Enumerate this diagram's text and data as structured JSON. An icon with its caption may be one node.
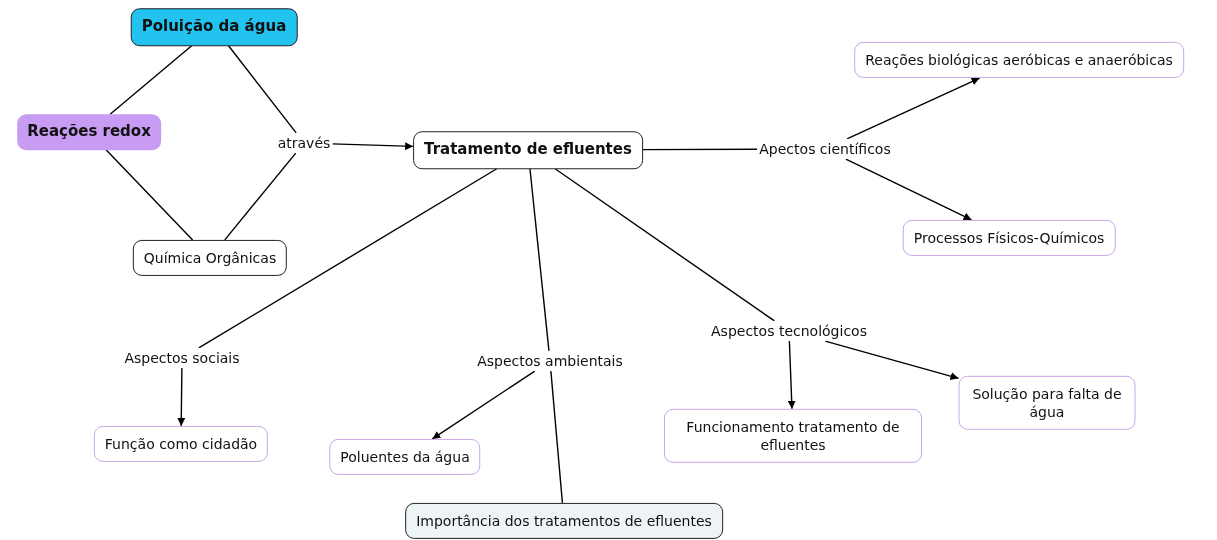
{
  "diagram": {
    "nodes": [
      {
        "text": [
          "Poluição da água"
        ]
      },
      {
        "text": [
          "Reações redox"
        ]
      },
      {
        "text": [
          "através"
        ]
      },
      {
        "text": [
          "Química Orgânicas"
        ]
      },
      {
        "text": [
          "Tratamento de efluentes"
        ]
      },
      {
        "text": [
          "Apectos científicos"
        ]
      },
      {
        "text": [
          "Reações biológicas aeróbicas e anaeróbicas"
        ]
      },
      {
        "text": [
          "Processos Físicos-Químicos"
        ]
      },
      {
        "text": [
          "Aspectos sociais"
        ]
      },
      {
        "text": [
          "Função como cidadão"
        ]
      },
      {
        "text": [
          "Aspectos ambientais"
        ]
      },
      {
        "text": [
          "Poluentes da água"
        ]
      },
      {
        "text": [
          "Importância dos tratamentos de efluentes"
        ]
      },
      {
        "text": [
          "Aspectos tecnológicos"
        ]
      },
      {
        "text": [
          "Funcionamento tratamento de efluentes"
        ]
      },
      {
        "text": [
          "Solução para falta de água"
        ]
      }
    ],
    "edges": [
      {
        "from": 0,
        "to": 2,
        "arrow": "none"
      },
      {
        "from": 1,
        "to": 0,
        "arrow": "none"
      },
      {
        "from": 1,
        "to": 3,
        "arrow": "none"
      },
      {
        "from": 3,
        "to": 2,
        "arrow": "none"
      },
      {
        "from": 2,
        "to": 4,
        "arrow": "to"
      },
      {
        "from": 4,
        "to": 5,
        "arrow": "none"
      },
      {
        "from": 5,
        "to": 6,
        "arrow": "to"
      },
      {
        "from": 5,
        "to": 7,
        "arrow": "to"
      },
      {
        "from": 4,
        "to": 8,
        "arrow": "none"
      },
      {
        "from": 8,
        "to": 9,
        "arrow": "to"
      },
      {
        "from": 4,
        "to": 10,
        "arrow": "none"
      },
      {
        "from": 10,
        "to": 11,
        "arrow": "to"
      },
      {
        "from": 10,
        "to": 12,
        "arrow": "none"
      },
      {
        "from": 4,
        "to": 13,
        "arrow": "none"
      },
      {
        "from": 13,
        "to": 14,
        "arrow": "to"
      },
      {
        "from": 13,
        "to": 15,
        "arrow": "to"
      }
    ]
  }
}
